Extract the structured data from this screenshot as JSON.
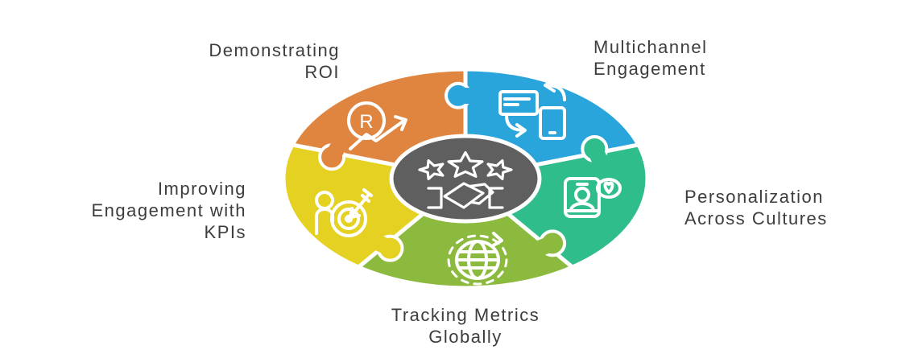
{
  "diagram": {
    "type": "puzzle-wheel-infographic",
    "background_color": "#ffffff",
    "text_color": "#3d3d3d",
    "divider_color": "#ffffff",
    "center": {
      "color": "#5f5f5f",
      "ring_color": "#ffffff",
      "icon": "rating-stars-handshake-icon"
    },
    "segments": [
      {
        "id": "roi",
        "lines": [
          "Demonstrating",
          "ROI"
        ],
        "label": "Demonstrating ROI",
        "color": "#e08540",
        "icon": "registered-mark-growth-arrow-icon",
        "position": "top-left"
      },
      {
        "id": "multichannel",
        "lines": [
          "Multichannel",
          "Engagement"
        ],
        "label": "Multichannel Engagement",
        "color": "#2aa5dc",
        "icon": "device-sync-icon",
        "position": "top-right"
      },
      {
        "id": "personalization",
        "lines": [
          "Personalization",
          "Across Cultures"
        ],
        "label": "Personalization Across Cultures",
        "color": "#2fbe8b",
        "icon": "profile-heart-icon",
        "position": "right"
      },
      {
        "id": "tracking",
        "lines": [
          "Tracking Metrics",
          "Globally"
        ],
        "label": "Tracking Metrics Globally",
        "color": "#8cba3e",
        "icon": "globe-rotation-icon",
        "position": "bottom"
      },
      {
        "id": "kpis",
        "lines": [
          "Improving",
          "Engagement with",
          "KPIs"
        ],
        "label": "Improving Engagement with KPIs",
        "color": "#e4d122",
        "icon": "person-target-icon",
        "position": "left"
      }
    ]
  }
}
